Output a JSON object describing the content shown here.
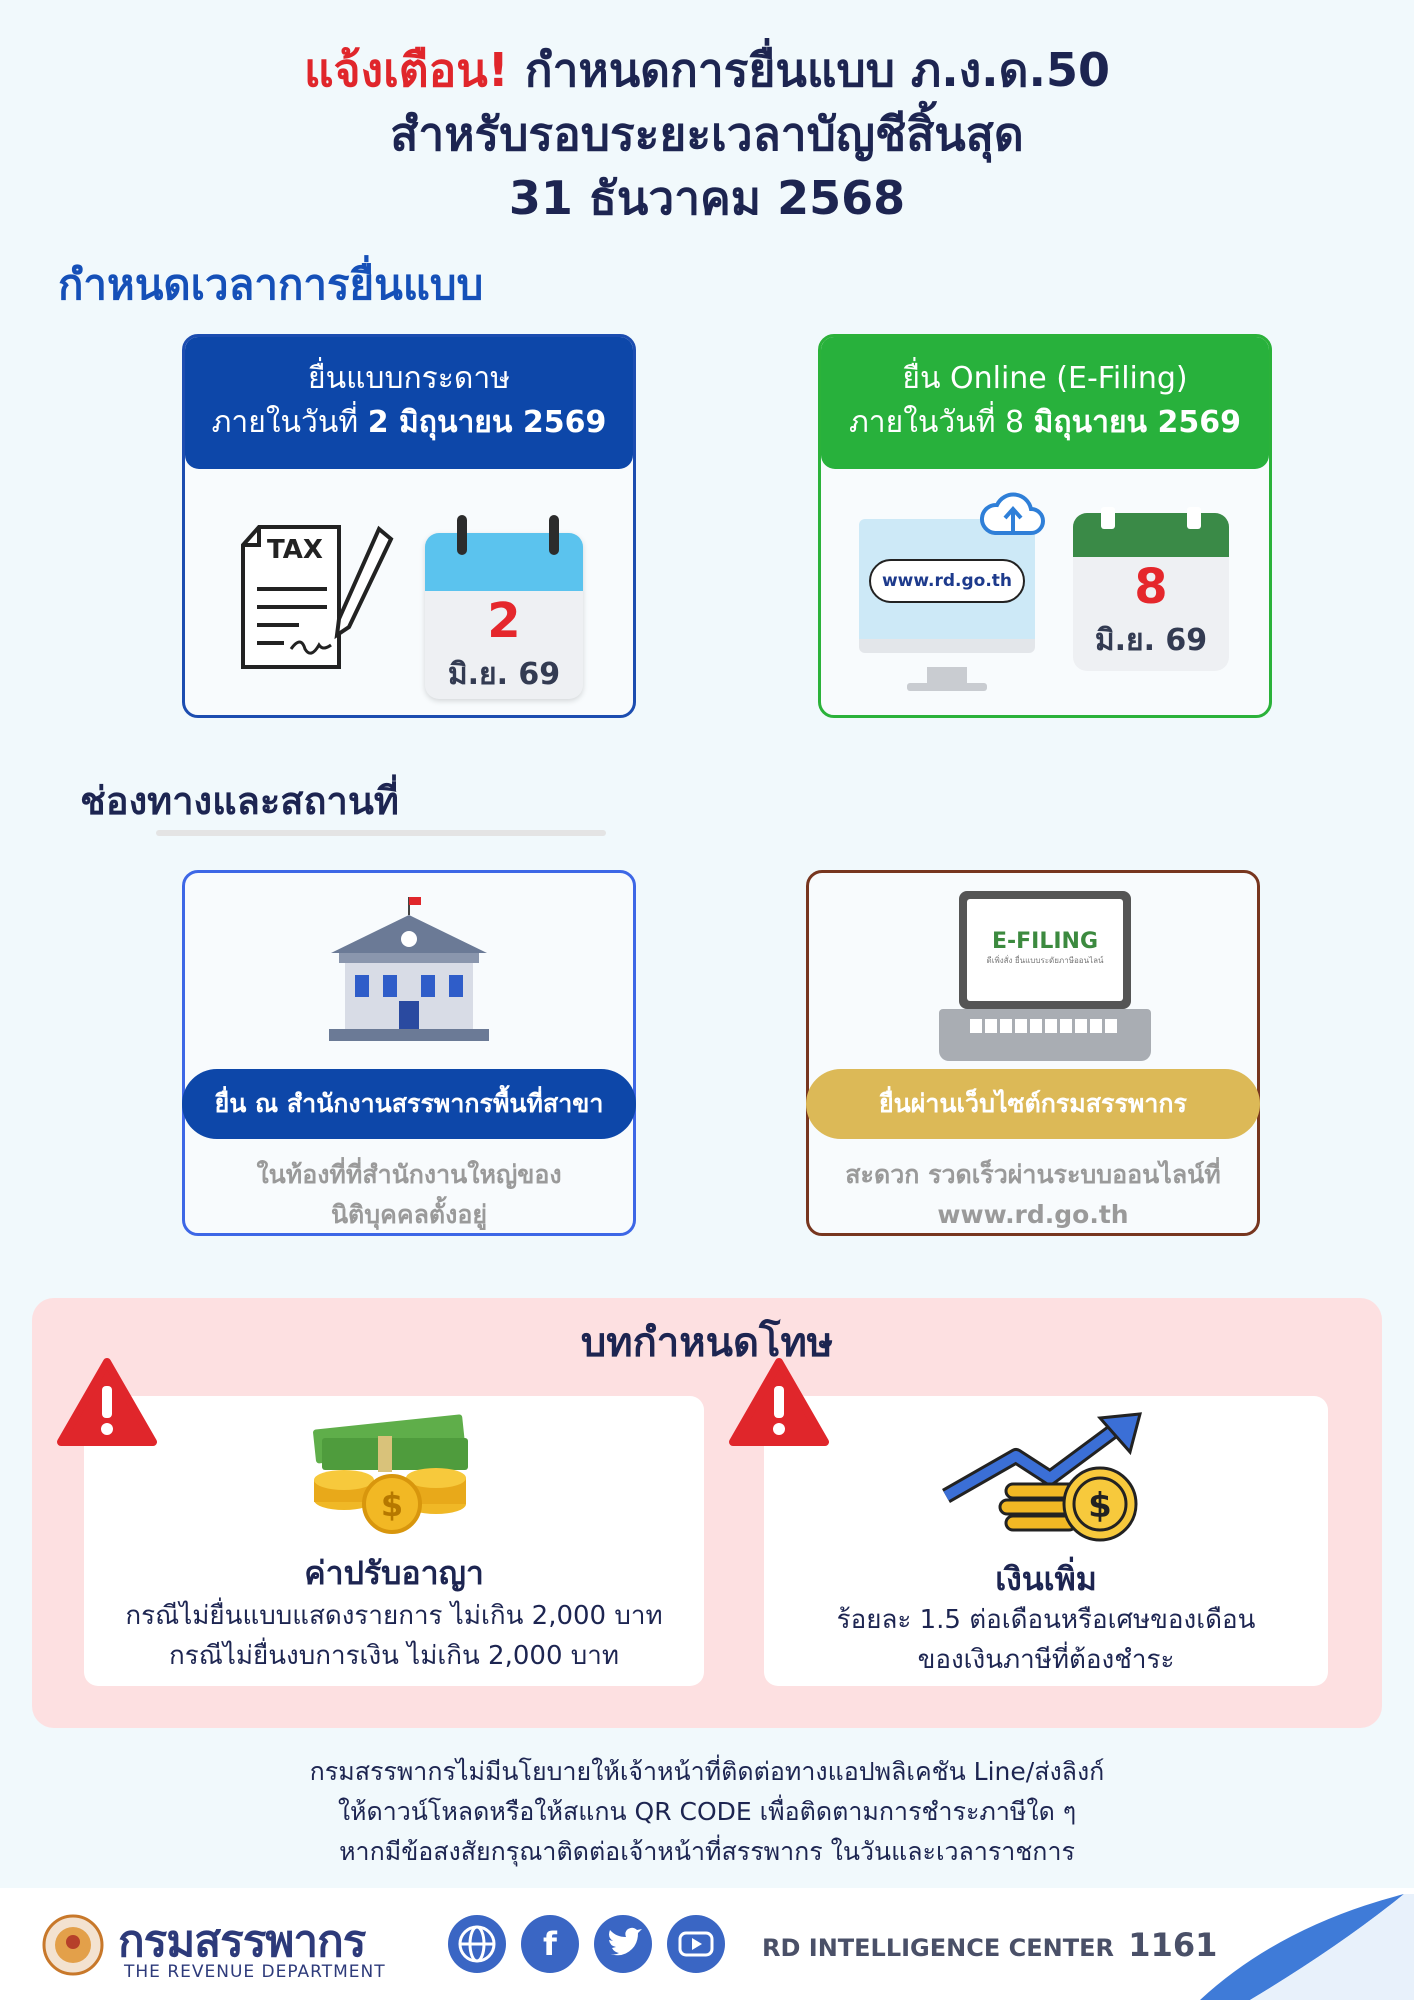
{
  "header": {
    "alert": "แจ้งเตือน!",
    "line1_rest": " กำหนดการยื่นแบบ ภ.ง.ด.50",
    "line2": "สำหรับรอบระยะเวลาบัญชีสิ้นสุด",
    "line3": "31 ธันวาคม 2568"
  },
  "deadline_section": {
    "title": "กำหนดเวลาการยื่นแบบ",
    "paper": {
      "line1": "ยื่นแบบกระดาษ",
      "line2_prefix": "ภายในวันที่ ",
      "line2_bold": "2 มิถุนายน 2569",
      "doc_label": "TAX",
      "cal_day": "2",
      "cal_month": "มิ.ย. 69"
    },
    "online": {
      "line1": "ยื่น Online (E-Filing)",
      "line2_prefix": "ภายในวันที่ 8 ",
      "line2_bold": "มิถุนายน 2569",
      "url_label": "www.rd.go.th",
      "cal_day": "8",
      "cal_month": "มิ.ย. 69"
    }
  },
  "channels_section": {
    "title": "ช่องทางและสถานที่",
    "branch": {
      "pill": "ยื่น ณ สำนักงานสรรพากรพื้นที่สาขา",
      "desc1": "ในท้องที่ที่สำนักงานใหญ่ของ",
      "desc2": "นิติบุคคลตั้งอยู่"
    },
    "web": {
      "screen_logo": "E-FILING",
      "screen_sub": "ดีเพิ่งสั่ง ยื่นแบบระดัยภาษีออนไลน์",
      "pill": "ยื่นผ่านเว็บไซต์กรมสรรพากร",
      "desc1": "สะดวก รวดเร็วผ่านระบบออนไลน์ที่",
      "desc2": "www.rd.go.th"
    }
  },
  "penalty_section": {
    "title": "บทกำหนดโทษ",
    "fine": {
      "title": "ค่าปรับอาญา",
      "line1": "กรณีไม่ยื่นแบบแสดงรายการ ไม่เกิน 2,000 บาท",
      "line2": "กรณีไม่ยื่นงบการเงิน ไม่เกิน 2,000 บาท"
    },
    "surcharge": {
      "title": "เงินเพิ่ม",
      "line1": "ร้อยละ 1.5 ต่อเดือนหรือเศษของเดือน",
      "line2": "ของเงินภาษีที่ต้องชำระ"
    }
  },
  "notice": {
    "line1": "กรมสรรพากรไม่มีนโยบายให้เจ้าหน้าที่ติดต่อทางแอปพลิเคชัน Line/ส่งลิงก์",
    "line2": "ให้ดาวน์โหลดหรือให้สแกน QR CODE เพื่อติดตามการชำระภาษีใด ๆ",
    "line3": "หากมีข้อสงสัยกรุณาติดต่อเจ้าหน้าที่สรรพากร ในวันและเวลาราชการ"
  },
  "footer": {
    "dept_th": "กรมสรรพากร",
    "dept_en": "THE REVENUE DEPARTMENT",
    "center_label": "RD INTELLIGENCE CENTER",
    "center_number": "1161",
    "icons": [
      "globe-icon",
      "facebook-icon",
      "twitter-icon",
      "youtube-icon"
    ],
    "facebook_glyph": "f"
  },
  "colors": {
    "navy": "#1d2551",
    "alert_red": "#e0262b",
    "paper_blue": "#0d47a9",
    "online_green": "#28b13c",
    "gold": "#dcb957",
    "penalty_bg": "#fde0e1"
  }
}
